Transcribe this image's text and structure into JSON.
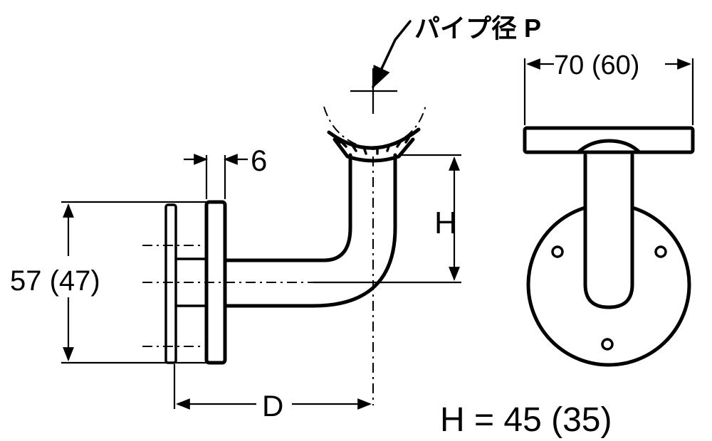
{
  "labels": {
    "pipe_diameter": "パイプ径 P",
    "thickness": "6",
    "height_symbol": "H",
    "plate_height": "57 (47)",
    "depth_symbol": "D",
    "plate_width": "70 (60)",
    "height_value": "H = 45 (35)"
  }
}
